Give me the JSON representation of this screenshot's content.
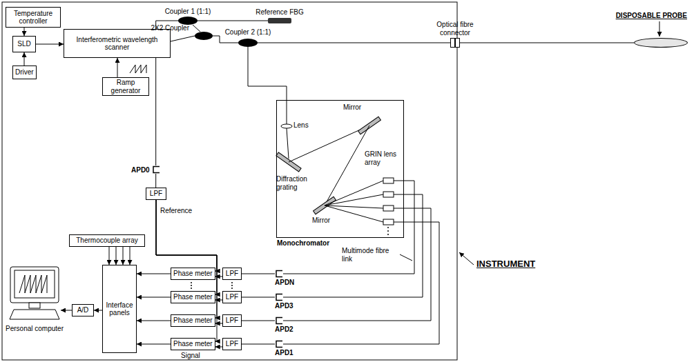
{
  "diagram": {
    "nodes": [
      {
        "text": [
          "Temperature controller"
        ]
      },
      {
        "text": [
          "SLD"
        ]
      },
      {
        "text": [
          "Driver"
        ]
      },
      {
        "text": [
          "Interferometric wavelength scanner"
        ]
      },
      {
        "text": [
          "Ramp generator"
        ]
      },
      {
        "text": [
          "Coupler 1 (1:1)"
        ]
      },
      {
        "text": [
          "Reference FBG"
        ]
      },
      {
        "text": [
          "2X2 Coupler"
        ]
      },
      {
        "text": [
          "Coupler 2 (1:1)"
        ]
      },
      {
        "text": [
          "Optical fibre connector"
        ]
      },
      {
        "text": [
          "DISPOSABLE PROBE"
        ]
      },
      {
        "text": [
          "Monochromator"
        ]
      },
      {
        "text": [
          "APD0"
        ]
      },
      {
        "text": [
          "LPF"
        ]
      },
      {
        "text": [
          "Thermocouple array"
        ]
      },
      {
        "text": [
          "Interface panels"
        ]
      },
      {
        "text": [
          "A/D"
        ]
      },
      {
        "text": [
          "Personal computer"
        ]
      },
      {
        "text": [
          "Phase meter"
        ]
      },
      {
        "text": [
          "Phase meter"
        ]
      },
      {
        "text": [
          "Phase meter"
        ]
      },
      {
        "text": [
          "Phase meter"
        ]
      },
      {
        "text": [
          "LPF"
        ]
      },
      {
        "text": [
          "LPF"
        ]
      },
      {
        "text": [
          "LPF"
        ]
      },
      {
        "text": [
          "LPF"
        ]
      },
      {
        "text": [
          "APDN"
        ]
      },
      {
        "text": [
          "APD3"
        ]
      },
      {
        "text": [
          "APD2"
        ]
      },
      {
        "text": [
          "APD1"
        ]
      }
    ],
    "edges": [
      {
        "from": 0,
        "to": 1,
        "arrow": "to"
      },
      {
        "from": 2,
        "to": 1,
        "arrow": "to"
      },
      {
        "from": 1,
        "to": 3,
        "arrow": "to"
      },
      {
        "from": 4,
        "to": 3,
        "arrow": "to"
      },
      {
        "from": 3,
        "to": 7,
        "arrow": "none"
      },
      {
        "from": 7,
        "to": 5,
        "arrow": "none"
      },
      {
        "from": 5,
        "to": 6,
        "arrow": "none"
      },
      {
        "from": 5,
        "to": 12,
        "arrow": "none"
      },
      {
        "from": 7,
        "to": 8,
        "arrow": "none"
      },
      {
        "from": 8,
        "to": 9,
        "arrow": "none"
      },
      {
        "from": 9,
        "to": 10,
        "arrow": "none"
      },
      {
        "from": 8,
        "to": 11,
        "arrow": "none"
      },
      {
        "from": 12,
        "to": 13,
        "arrow": "none"
      },
      {
        "from": 13,
        "to": 18,
        "arrow": "to"
      },
      {
        "from": 13,
        "to": 19,
        "arrow": "to"
      },
      {
        "from": 13,
        "to": 20,
        "arrow": "to"
      },
      {
        "from": 13,
        "to": 21,
        "arrow": "to"
      },
      {
        "from": 14,
        "to": 15,
        "arrow": "to"
      },
      {
        "from": 14,
        "to": 15,
        "arrow": "to"
      },
      {
        "from": 14,
        "to": 15,
        "arrow": "to"
      },
      {
        "from": 14,
        "to": 15,
        "arrow": "to"
      },
      {
        "from": 18,
        "to": 15,
        "arrow": "to"
      },
      {
        "from": 19,
        "to": 15,
        "arrow": "to"
      },
      {
        "from": 20,
        "to": 15,
        "arrow": "to"
      },
      {
        "from": 21,
        "to": 15,
        "arrow": "to"
      },
      {
        "from": 15,
        "to": 16,
        "arrow": "to"
      },
      {
        "from": 16,
        "to": 17,
        "arrow": "to"
      },
      {
        "from": 22,
        "to": 18,
        "arrow": "to"
      },
      {
        "from": 23,
        "to": 19,
        "arrow": "to"
      },
      {
        "from": 24,
        "to": 20,
        "arrow": "to"
      },
      {
        "from": 25,
        "to": 21,
        "arrow": "to"
      },
      {
        "from": 26,
        "to": 22,
        "arrow": "none"
      },
      {
        "from": 27,
        "to": 23,
        "arrow": "none"
      },
      {
        "from": 28,
        "to": 24,
        "arrow": "none"
      },
      {
        "from": 29,
        "to": 25,
        "arrow": "none"
      },
      {
        "from": 11,
        "to": 26,
        "arrow": "none"
      },
      {
        "from": 11,
        "to": 27,
        "arrow": "none"
      },
      {
        "from": 11,
        "to": 28,
        "arrow": "none"
      },
      {
        "from": 11,
        "to": 29,
        "arrow": "none"
      }
    ],
    "labels": [
      "Reference",
      "Lens",
      "Diffraction grating",
      "Mirror",
      "Mirror",
      "GRIN lens array",
      "Multimode fibre link",
      "Signal",
      "INSTRUMENT"
    ]
  }
}
